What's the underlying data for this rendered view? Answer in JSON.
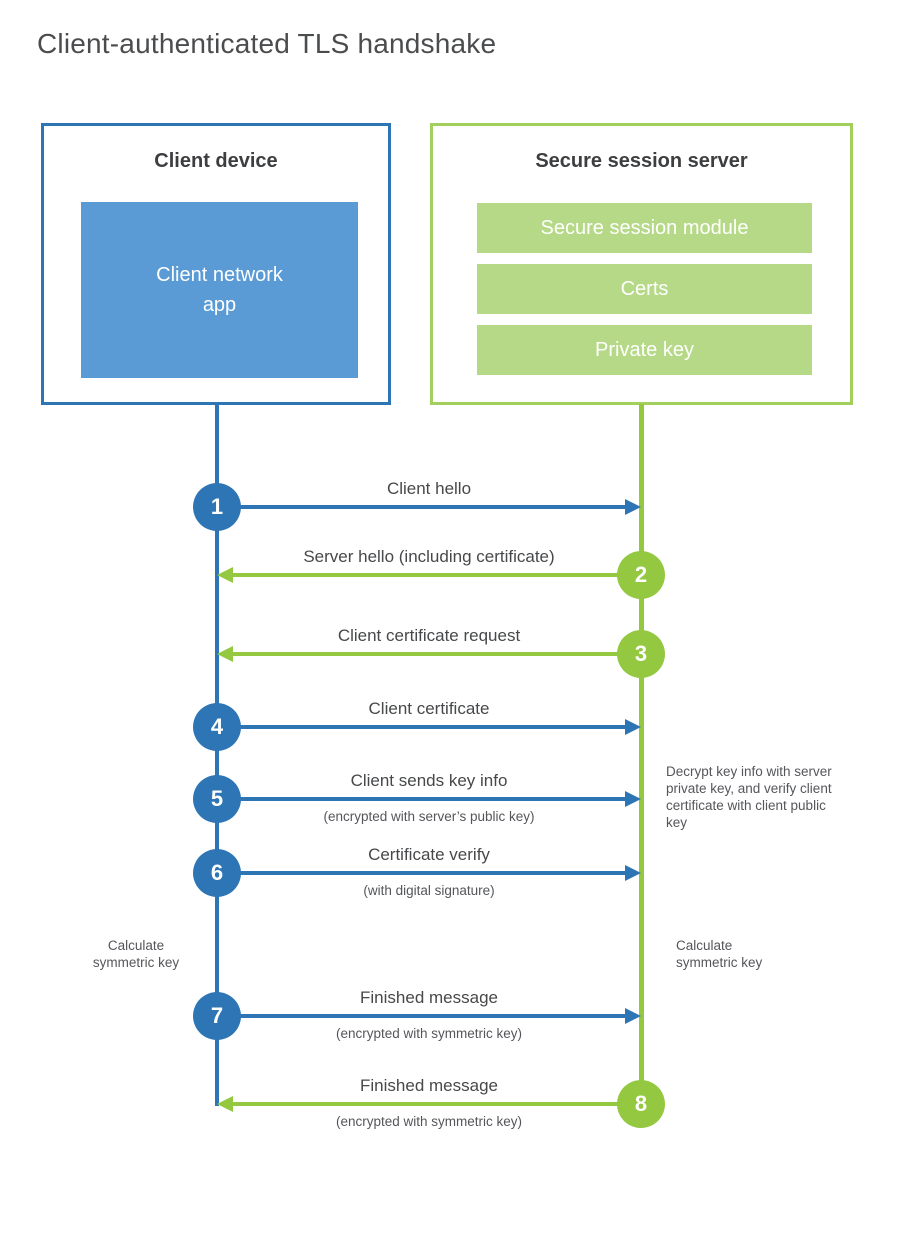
{
  "title": "Client-authenticated TLS handshake",
  "colors": {
    "blue": "#2e75b6",
    "blue_light": "#5b9bd5",
    "green": "#93c840",
    "green_border": "#a3d05c",
    "green_light": "#b6d987"
  },
  "client_box": {
    "title": "Client device",
    "app": "Client network app"
  },
  "server_box": {
    "title": "Secure session server",
    "modules": [
      "Secure session module",
      "Certs",
      "Private key"
    ]
  },
  "messages": [
    {
      "num": "1",
      "label": "Client hello",
      "sub": "",
      "from": "client",
      "to": "server"
    },
    {
      "num": "2",
      "label": "Server hello (including certificate)",
      "sub": "",
      "from": "server",
      "to": "client"
    },
    {
      "num": "3",
      "label": "Client certificate request",
      "sub": "",
      "from": "server",
      "to": "client"
    },
    {
      "num": "4",
      "label": "Client certificate",
      "sub": "",
      "from": "client",
      "to": "server"
    },
    {
      "num": "5",
      "label": "Client sends key info",
      "sub": "(encrypted with server’s public key)",
      "from": "client",
      "to": "server"
    },
    {
      "num": "6",
      "label": "Certificate verify",
      "sub": "(with digital signature)",
      "from": "client",
      "to": "server"
    },
    {
      "num": "7",
      "label": "Finished message",
      "sub": "(encrypted with symmetric key)",
      "from": "client",
      "to": "server"
    },
    {
      "num": "8",
      "label": "Finished message",
      "sub": "(encrypted with symmetric key)",
      "from": "server",
      "to": "client"
    }
  ],
  "notes": {
    "decrypt": "Decrypt key info with server private key, and verify client certificate with client public key",
    "calc_left": "Calculate symmetric key",
    "calc_right": "Calculate symmetric key"
  }
}
